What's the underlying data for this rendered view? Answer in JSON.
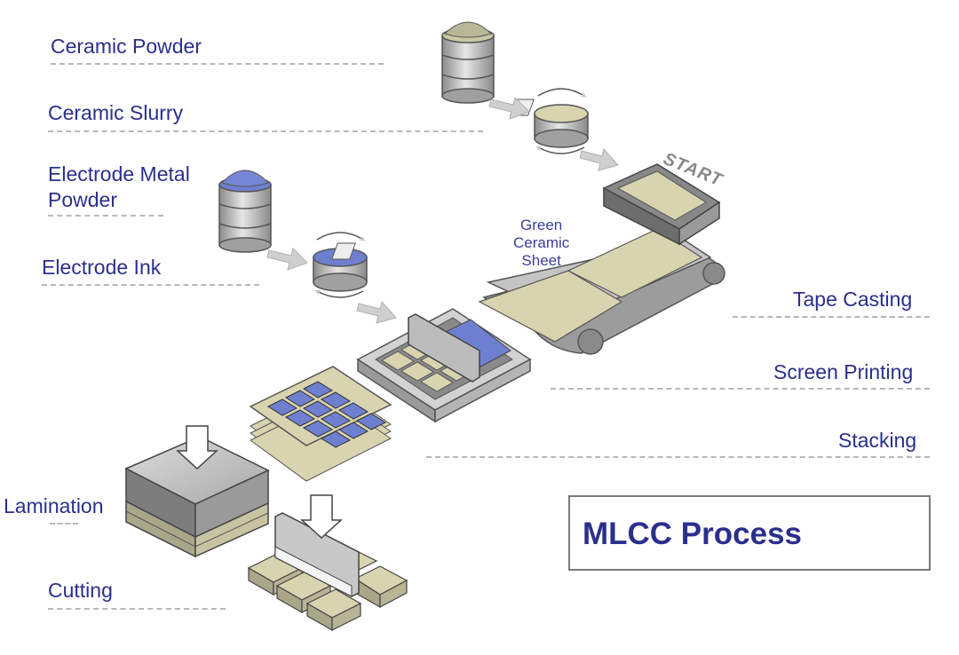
{
  "labels": {
    "ceramic_powder": "Ceramic Powder",
    "ceramic_slurry": "Ceramic Slurry",
    "electrode_metal_powder_1": "Electrode Metal",
    "electrode_metal_powder_2": "Powder",
    "electrode_ink": "Electrode Ink",
    "tape_casting": "Tape Casting",
    "screen_printing": "Screen Printing",
    "stacking": "Stacking",
    "lamination": "Lamination",
    "cutting": "Cutting"
  },
  "annotations": {
    "start": "START",
    "green_ceramic_sheet": [
      "Green",
      "Ceramic",
      "Sheet"
    ]
  },
  "title": "MLCC Process",
  "colors": {
    "label_text": "#2b2f8c",
    "electrode_blue": "#6f7fd0",
    "ceramic_tan": "#d8d4b0",
    "steel_gray": "#9a9a9a"
  }
}
